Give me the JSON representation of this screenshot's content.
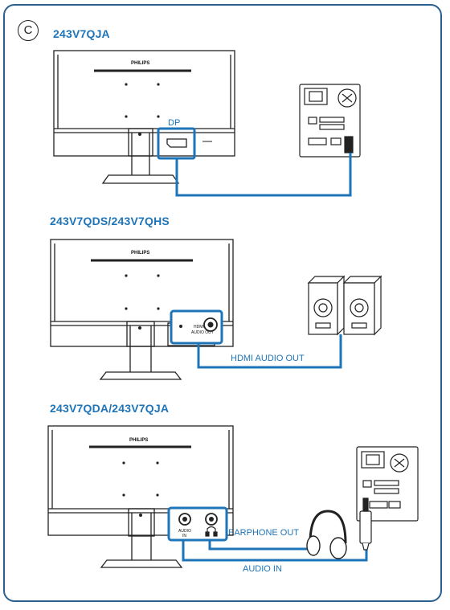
{
  "section_letter": "C",
  "brand": "PHILIPS",
  "sections": [
    {
      "model": "243V7QJA",
      "connector_label": "DP"
    },
    {
      "model": "243V7QDS/243V7QHS",
      "cable_label": "HDMI AUDIO OUT",
      "port_text_top": "HDMI",
      "port_text_bottom": "AUDIO OUT"
    },
    {
      "model": "243V7QDA/243V7QJA",
      "earphone_label": "EARPHONE OUT",
      "audio_in_label": "AUDIO IN",
      "port_audio_line1": "AUDIO",
      "port_audio_line2": "IN"
    }
  ],
  "colors": {
    "cable": "#1e74b8",
    "text_accent": "#1e74b8",
    "frame": "#2b5f8e",
    "line_art": "#222222"
  },
  "icons": [
    "pc-tower-icon",
    "speakers-icon",
    "headphones-icon",
    "headphone-jack-icon",
    "dp-port-icon",
    "audio-in-port-icon"
  ]
}
